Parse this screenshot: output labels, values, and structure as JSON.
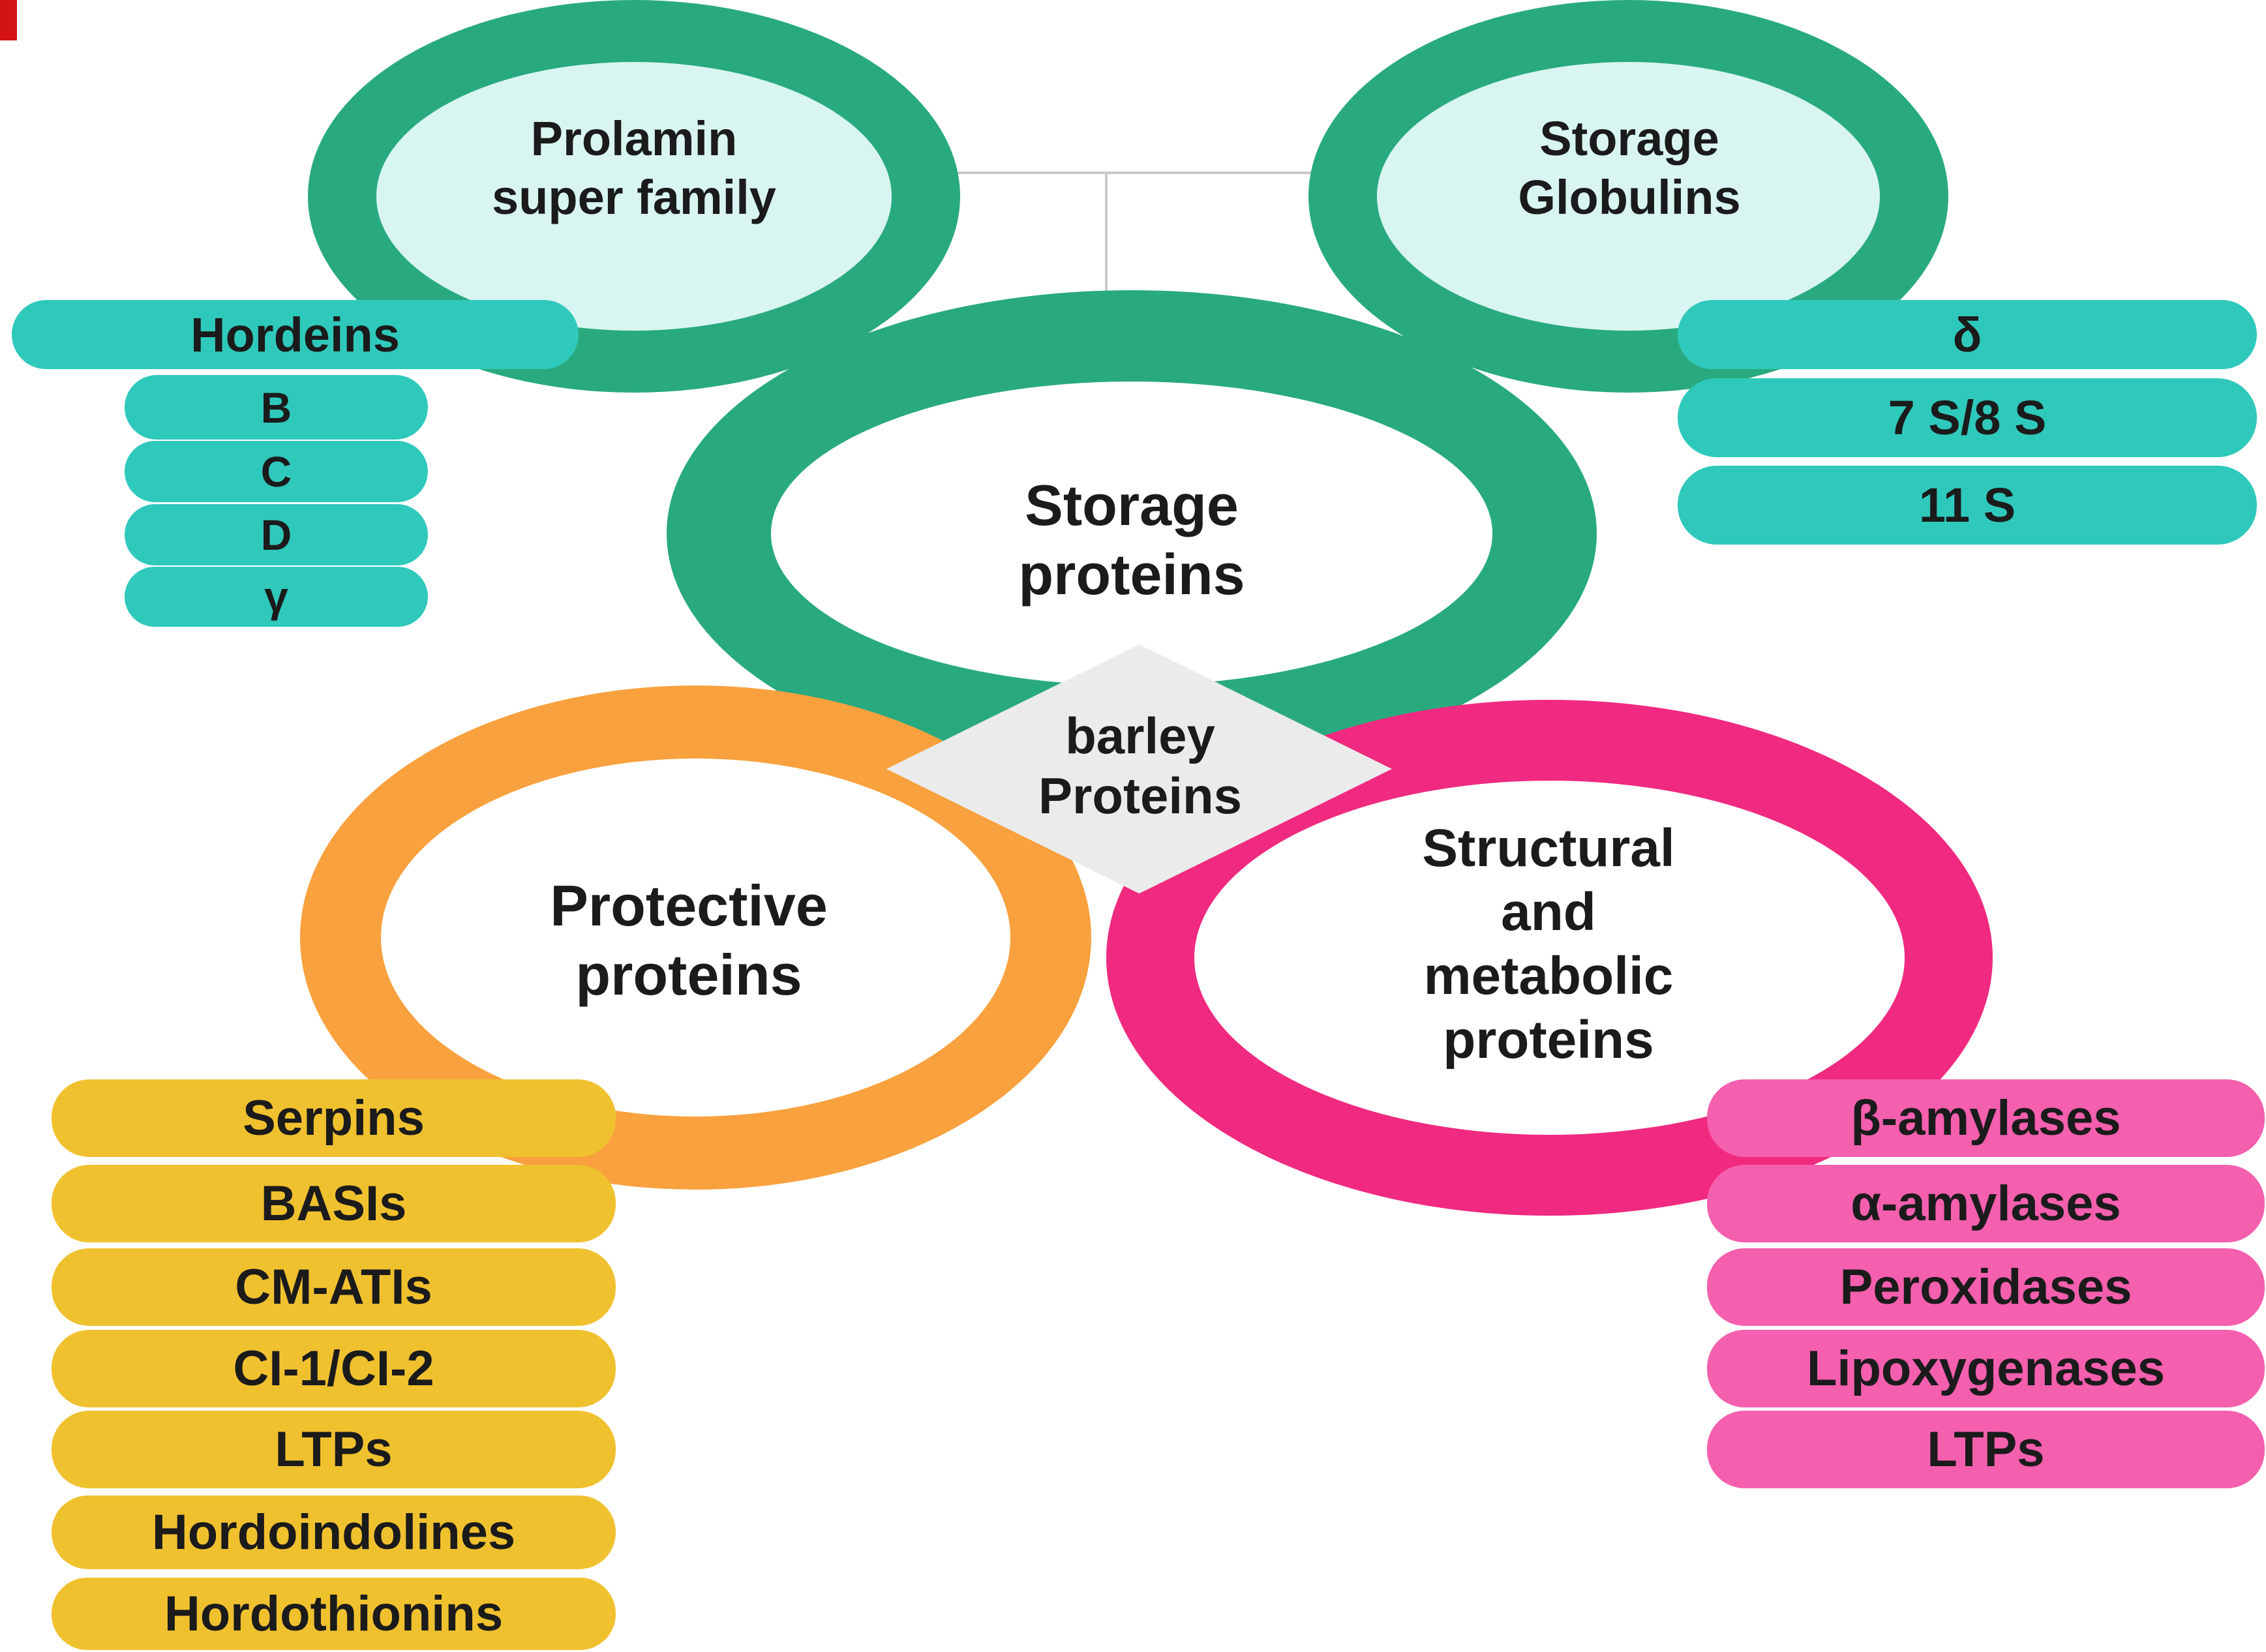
{
  "colors": {
    "green_ring": "#29AA7E",
    "inner_cyan": "#D8F5F1",
    "teal_pill": "#2FC9BC",
    "orange_ring": "#F8A13E",
    "yellow_pill": "#F0C12F",
    "pink_ring": "#F02A80",
    "pink_pill": "#F45FAE",
    "diamond_gray": "#EBEBEB",
    "text": "#1B1B1B",
    "artifact_red": "#D41414"
  },
  "center_shape": {
    "lines": [
      "barley",
      "Proteins"
    ]
  },
  "circles": {
    "prolamin": {
      "lines": [
        "Prolamin",
        "super family"
      ]
    },
    "globulins": {
      "lines": [
        "Storage",
        "Globulins"
      ]
    },
    "storage": {
      "lines": [
        "Storage",
        "proteins"
      ]
    },
    "protective": {
      "lines": [
        "Protective",
        "proteins"
      ]
    },
    "structural": {
      "lines": [
        "Structural",
        "and",
        "metabolic",
        "proteins"
      ]
    }
  },
  "hordeins": {
    "header": "Hordeins",
    "items": [
      "B",
      "C",
      "D",
      "γ"
    ]
  },
  "globulin_types": {
    "items": [
      "δ",
      "7 S/8 S",
      "11 S"
    ]
  },
  "protective_list": {
    "items": [
      "Serpins",
      "BASIs",
      "CM-ATIs",
      "CI-1/CI-2",
      "LTPs",
      "Hordoindolines",
      "Hordothionins"
    ]
  },
  "structural_list": {
    "items": [
      "β-amylases",
      "α-amylases",
      "Peroxidases",
      "Lipoxygenases",
      "LTPs"
    ]
  }
}
